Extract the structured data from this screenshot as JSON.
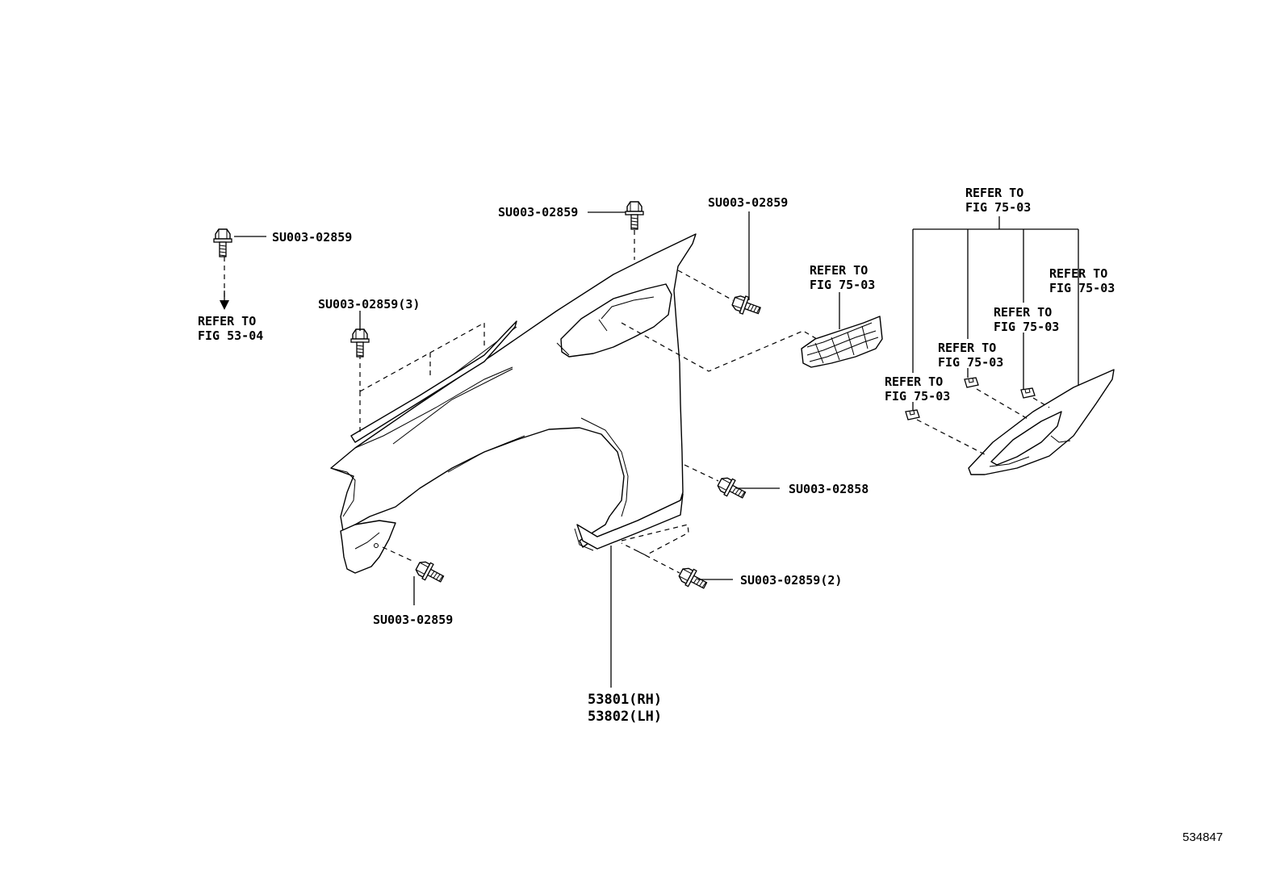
{
  "callouts": {
    "top_left_bolt": "SU003-02859",
    "refer_53_line1": "REFER TO",
    "refer_53_line2": "FIG 53-04",
    "top_bolt": "SU003-02859",
    "upper_right_bolt": "SU003-02859",
    "left_bolt_3": "SU003-02859(3)",
    "grille_ref_line1": "REFER TO",
    "grille_ref_line2": "FIG 75-03",
    "lower_left_bolt": "SU003-02859",
    "rear_bolt": "SU003-02858",
    "bottom_bolt_2": "SU003-02859(2)",
    "part_rh": "53801(RH)",
    "part_lh": "53802(LH)",
    "vent_top_ref_line1": "REFER TO",
    "vent_top_ref_line2": "FIG 75-03",
    "vent_ref_a_line1": "REFER TO",
    "vent_ref_a_line2": "FIG 75-03",
    "vent_ref_b_line1": "REFER TO",
    "vent_ref_b_line2": "FIG 75-03",
    "vent_ref_c_line1": "REFER TO",
    "vent_ref_c_line2": "FIG 75-03",
    "vent_ref_d_line1": "REFER TO",
    "vent_ref_d_line2": "FIG 75-03"
  },
  "figure_id": "534847"
}
